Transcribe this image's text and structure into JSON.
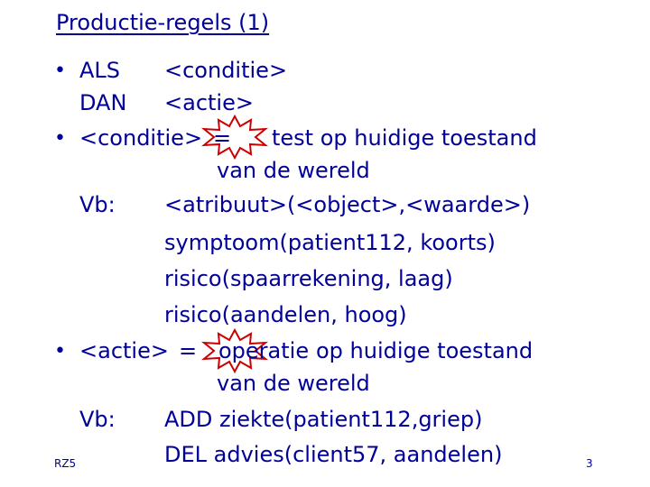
{
  "slide": {
    "title": "Productie-regels (1)",
    "bullet": "•",
    "rule_if": "ALS",
    "rule_if_value": "<conditie>",
    "rule_then": "DAN",
    "rule_then_value": "<actie>",
    "condition_term": "<conditie>",
    "equals": "=",
    "condition_def_line1": "test op huidige toestand",
    "condition_def_line2": "van de wereld",
    "example_label": "Vb:",
    "condition_examples": [
      "<atribuut>(<object>,<waarde>)",
      "symptoom(patient112, koorts)",
      "risico(spaarrekening, laag)",
      "risico(aandelen, hoog)"
    ],
    "action_term": "<actie>",
    "action_def_word": "operatie",
    "action_def_rest": "op huidige toestand",
    "action_def_line2": "van de wereld",
    "action_examples": [
      "ADD ziekte(patient112,griep)",
      "DEL advies(client57, aandelen)"
    ],
    "footer_left": "RZ5",
    "page_number": "3"
  },
  "colors": {
    "text": "#000099",
    "burst_fill": "#ffffff",
    "burst_outline": "#cc0000"
  }
}
